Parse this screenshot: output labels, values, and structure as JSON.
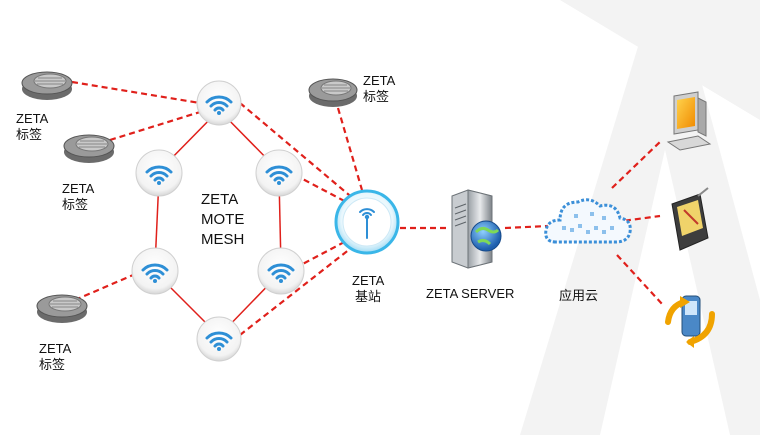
{
  "tags": {
    "label_en": "ZETA",
    "label_cn": "标签"
  },
  "mesh": {
    "line1": "ZETA",
    "line2": "MOTE",
    "line3": "MESH"
  },
  "base_station": {
    "line1": "ZETA",
    "line2": "基站"
  },
  "server": {
    "label": "ZETA SERVER"
  },
  "cloud": {
    "label": "应用云"
  },
  "colors": {
    "link_red": "#e0201b",
    "wifi_blue": "#2e8fd6",
    "base_cyan": "#3ab6e8",
    "cloud_blue": "#3b8fd8",
    "bg_watermark": "#f2f2f2"
  }
}
